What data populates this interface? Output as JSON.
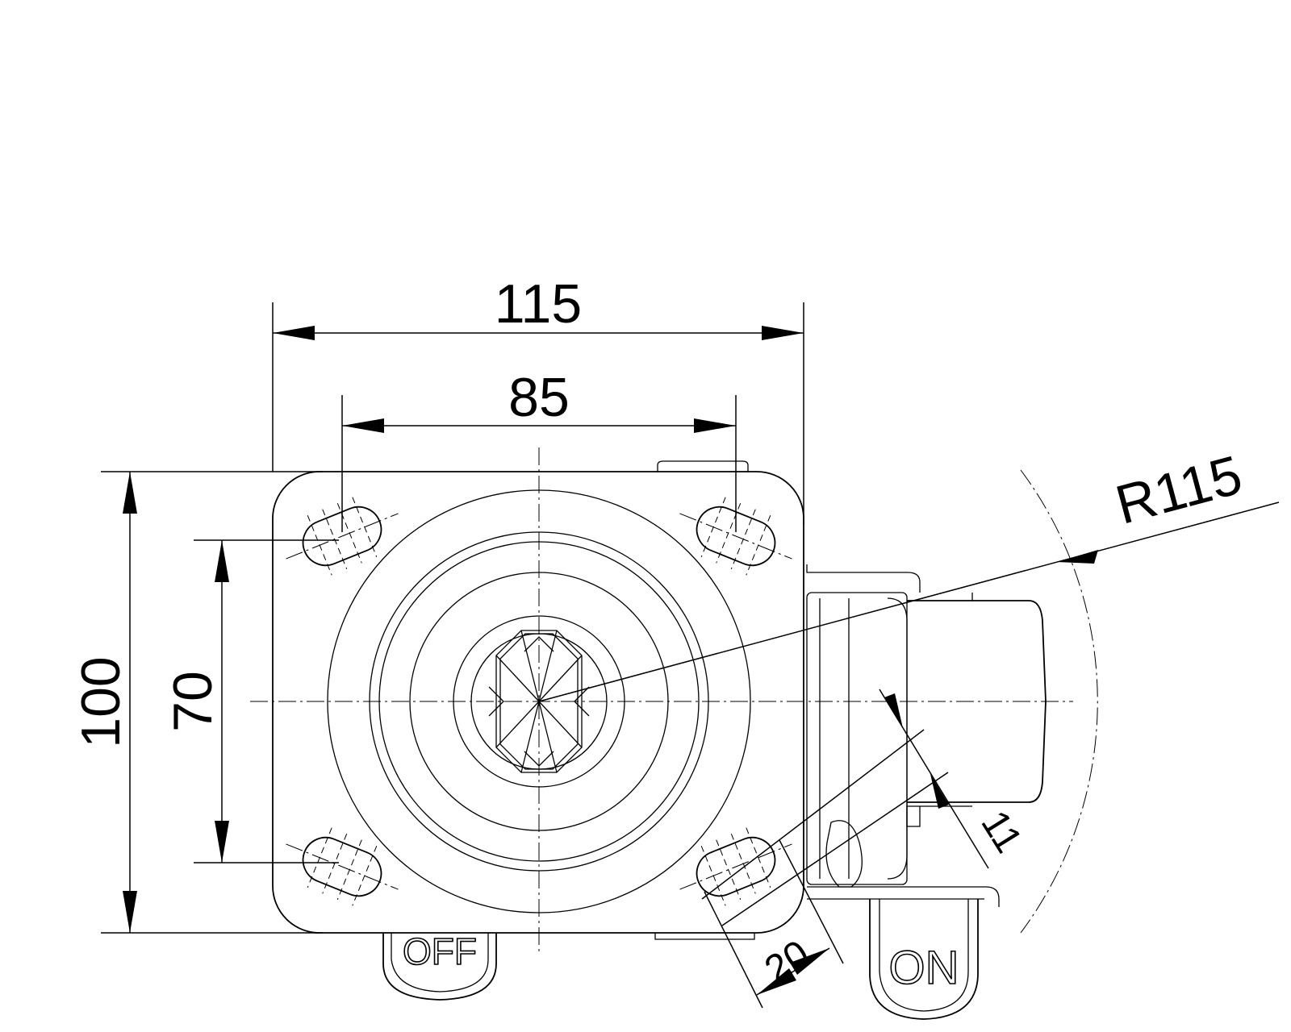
{
  "dimensions": {
    "overall_width": "115",
    "hole_spacing_width": "85",
    "overall_height": "100",
    "hole_spacing_height": "70",
    "swivel_radius": "R115",
    "slot_length": "20",
    "slot_width": "11"
  },
  "labels": {
    "brake_off": "OFF",
    "brake_on": "ON"
  },
  "colors": {
    "line": "#000000",
    "background": "#ffffff"
  }
}
